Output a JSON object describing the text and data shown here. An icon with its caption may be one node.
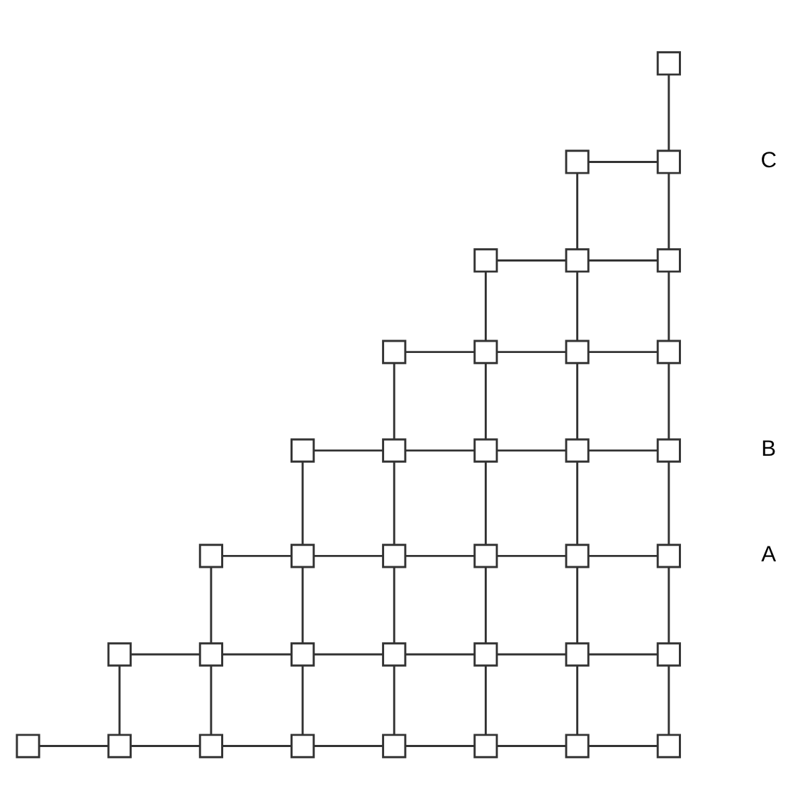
{
  "diagram": {
    "nodes": [
      {
        "text": [],
        "shape": "box"
      },
      {
        "text": [],
        "shape": "box"
      },
      {
        "text": [],
        "shape": "box"
      },
      {
        "text": [],
        "shape": "box"
      },
      {
        "text": [],
        "shape": "box"
      },
      {
        "text": [],
        "shape": "box"
      },
      {
        "text": [],
        "shape": "box"
      },
      {
        "text": [],
        "shape": "box"
      },
      {
        "text": [],
        "shape": "box"
      },
      {
        "text": [],
        "shape": "box"
      },
      {
        "text": [],
        "shape": "box"
      },
      {
        "text": [],
        "shape": "box"
      },
      {
        "text": [],
        "shape": "box"
      },
      {
        "text": [],
        "shape": "box"
      },
      {
        "text": [],
        "shape": "box"
      },
      {
        "text": [],
        "shape": "box"
      },
      {
        "text": [],
        "shape": "box"
      },
      {
        "text": [],
        "shape": "box"
      },
      {
        "text": [],
        "shape": "box"
      },
      {
        "text": [],
        "shape": "box"
      },
      {
        "text": [],
        "shape": "box"
      },
      {
        "text": [],
        "shape": "box"
      },
      {
        "text": [],
        "shape": "box"
      },
      {
        "text": [],
        "shape": "box"
      },
      {
        "text": [],
        "shape": "box"
      },
      {
        "text": [],
        "shape": "box"
      },
      {
        "text": [],
        "shape": "box"
      },
      {
        "text": [],
        "shape": "box"
      },
      {
        "text": [],
        "shape": "box"
      },
      {
        "text": [],
        "shape": "box"
      },
      {
        "text": [],
        "shape": "box"
      },
      {
        "text": [],
        "shape": "box"
      },
      {
        "text": [],
        "shape": "box"
      },
      {
        "text": [],
        "shape": "box"
      },
      {
        "text": [],
        "shape": "box"
      },
      {
        "text": [],
        "shape": "box"
      }
    ],
    "edges": [
      {
        "from": 0,
        "to": 2,
        "arrow": "none"
      },
      {
        "from": 1,
        "to": 2,
        "arrow": "none"
      },
      {
        "from": 1,
        "to": 4,
        "arrow": "none"
      },
      {
        "from": 2,
        "to": 5,
        "arrow": "none"
      },
      {
        "from": 3,
        "to": 4,
        "arrow": "none"
      },
      {
        "from": 4,
        "to": 5,
        "arrow": "none"
      },
      {
        "from": 3,
        "to": 7,
        "arrow": "none"
      },
      {
        "from": 4,
        "to": 8,
        "arrow": "none"
      },
      {
        "from": 5,
        "to": 9,
        "arrow": "none"
      },
      {
        "from": 6,
        "to": 7,
        "arrow": "none"
      },
      {
        "from": 7,
        "to": 8,
        "arrow": "none"
      },
      {
        "from": 8,
        "to": 9,
        "arrow": "none"
      },
      {
        "from": 6,
        "to": 11,
        "arrow": "none"
      },
      {
        "from": 7,
        "to": 12,
        "arrow": "none"
      },
      {
        "from": 8,
        "to": 13,
        "arrow": "none"
      },
      {
        "from": 9,
        "to": 14,
        "arrow": "none"
      },
      {
        "from": 10,
        "to": 11,
        "arrow": "none"
      },
      {
        "from": 11,
        "to": 12,
        "arrow": "none"
      },
      {
        "from": 12,
        "to": 13,
        "arrow": "none"
      },
      {
        "from": 13,
        "to": 14,
        "arrow": "none"
      },
      {
        "from": 10,
        "to": 16,
        "arrow": "none"
      },
      {
        "from": 11,
        "to": 17,
        "arrow": "none"
      },
      {
        "from": 12,
        "to": 18,
        "arrow": "none"
      },
      {
        "from": 13,
        "to": 19,
        "arrow": "none"
      },
      {
        "from": 14,
        "to": 20,
        "arrow": "none"
      },
      {
        "from": 15,
        "to": 16,
        "arrow": "none"
      },
      {
        "from": 16,
        "to": 17,
        "arrow": "none"
      },
      {
        "from": 17,
        "to": 18,
        "arrow": "none"
      },
      {
        "from": 18,
        "to": 19,
        "arrow": "none"
      },
      {
        "from": 19,
        "to": 20,
        "arrow": "none"
      },
      {
        "from": 15,
        "to": 22,
        "arrow": "none"
      },
      {
        "from": 16,
        "to": 23,
        "arrow": "none"
      },
      {
        "from": 17,
        "to": 24,
        "arrow": "none"
      },
      {
        "from": 18,
        "to": 25,
        "arrow": "none"
      },
      {
        "from": 19,
        "to": 26,
        "arrow": "none"
      },
      {
        "from": 20,
        "to": 27,
        "arrow": "none"
      },
      {
        "from": 21,
        "to": 22,
        "arrow": "none"
      },
      {
        "from": 22,
        "to": 23,
        "arrow": "none"
      },
      {
        "from": 23,
        "to": 24,
        "arrow": "none"
      },
      {
        "from": 24,
        "to": 25,
        "arrow": "none"
      },
      {
        "from": 25,
        "to": 26,
        "arrow": "none"
      },
      {
        "from": 26,
        "to": 27,
        "arrow": "none"
      },
      {
        "from": 21,
        "to": 29,
        "arrow": "none"
      },
      {
        "from": 22,
        "to": 30,
        "arrow": "none"
      },
      {
        "from": 23,
        "to": 31,
        "arrow": "none"
      },
      {
        "from": 24,
        "to": 32,
        "arrow": "none"
      },
      {
        "from": 25,
        "to": 33,
        "arrow": "none"
      },
      {
        "from": 26,
        "to": 34,
        "arrow": "none"
      },
      {
        "from": 27,
        "to": 35,
        "arrow": "none"
      },
      {
        "from": 28,
        "to": 29,
        "arrow": "none"
      },
      {
        "from": 29,
        "to": 30,
        "arrow": "none"
      },
      {
        "from": 30,
        "to": 31,
        "arrow": "none"
      },
      {
        "from": 31,
        "to": 32,
        "arrow": "none"
      },
      {
        "from": 32,
        "to": 33,
        "arrow": "none"
      },
      {
        "from": 33,
        "to": 34,
        "arrow": "none"
      },
      {
        "from": 34,
        "to": 35,
        "arrow": "none"
      }
    ],
    "labels": [
      "C",
      "B",
      "A"
    ]
  }
}
